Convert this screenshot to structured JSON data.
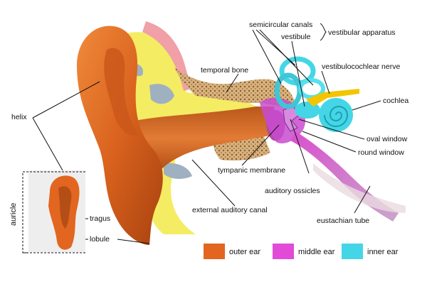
{
  "labels": {
    "semicircular_canals": "semicircular canals",
    "vestibule": "vestibule",
    "vestibular_apparatus": "vestibular apparatus",
    "temporal_bone": "temporal bone",
    "vestibulocochlear_nerve": "vestibulocochlear nerve",
    "cochlea": "cochlea",
    "helix": "helix",
    "oval_window": "oval window",
    "round_window": "round window",
    "tympanic_membrane": "tympanic membrane",
    "auditory_ossicles": "auditory ossicles",
    "external_auditory_canal": "external auditory canal",
    "eustachian_tube": "eustachian tube",
    "auricle": "auricle",
    "tragus": "tragus",
    "lobule": "lobule"
  },
  "legend": [
    {
      "label": "outer ear",
      "color": "#e2661f"
    },
    {
      "label": "middle ear",
      "color": "#e24bd8"
    },
    {
      "label": "inner ear",
      "color": "#44d6e6"
    }
  ],
  "colors": {
    "outer_ear": "#e2661f",
    "middle_ear": "#e24bd8",
    "inner_ear": "#44d6e6",
    "bone": "#f4ec63",
    "temporal_bone": "#cfa776",
    "nerve": "#f2c500"
  }
}
